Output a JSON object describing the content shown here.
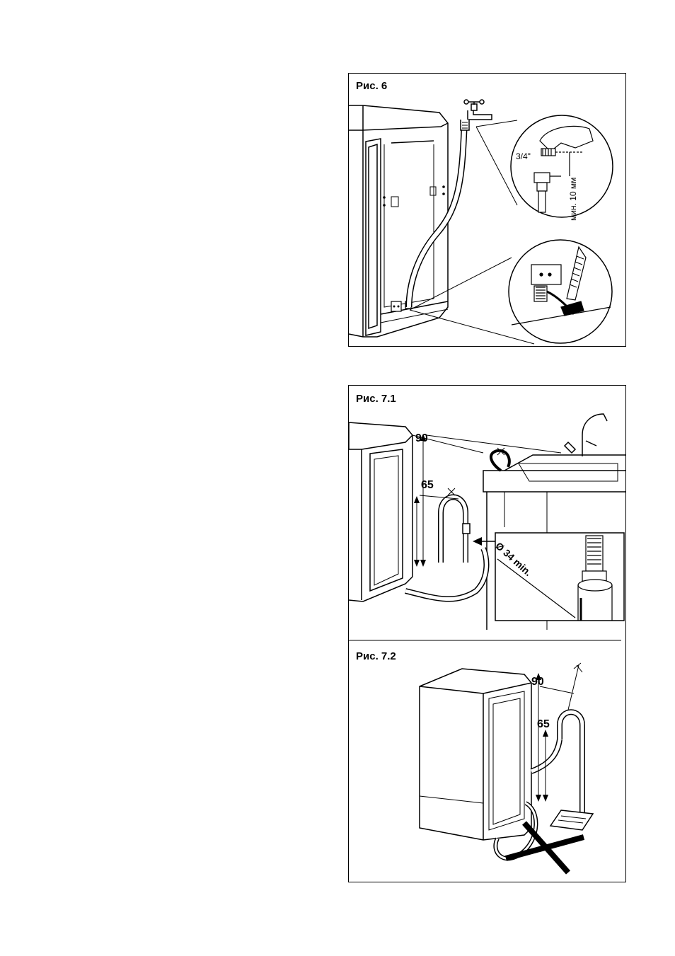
{
  "figures": {
    "fig6": {
      "label": "Рис. 6",
      "thread_size": "3/4\"",
      "min_distance": "мин. 10 мм"
    },
    "fig71": {
      "label": "Рис. 7.1",
      "height_max": "90",
      "height_min": "65",
      "diameter": "Ø 34 min."
    },
    "fig72": {
      "label": "Рис. 7.2",
      "height_max": "90",
      "height_min": "65"
    }
  }
}
